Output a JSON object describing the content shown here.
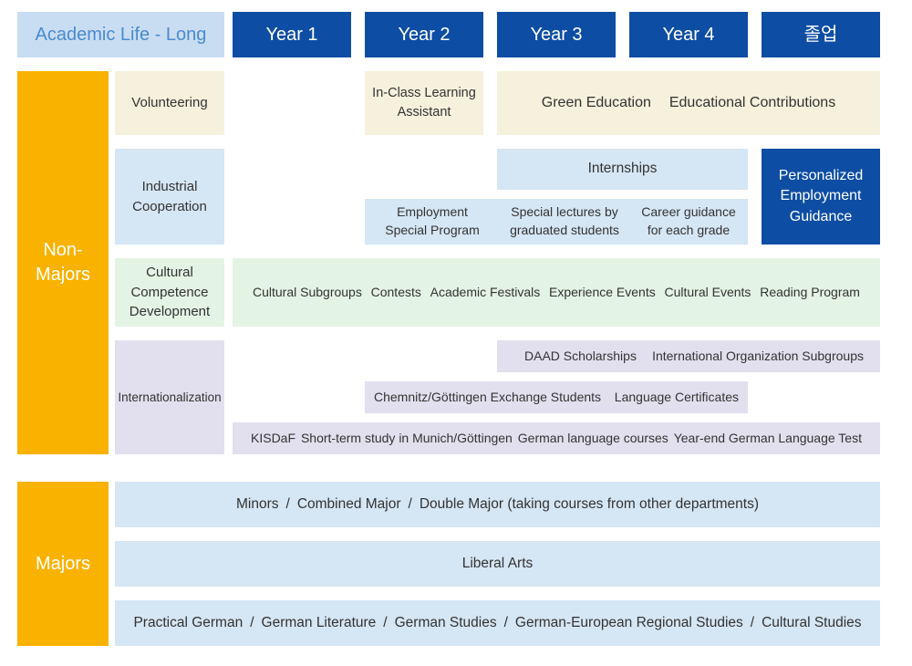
{
  "header": {
    "title": "Academic Life - Long",
    "years": [
      "Year 1",
      "Year 2",
      "Year 3",
      "Year 4",
      "졸업"
    ]
  },
  "non_majors": {
    "label_line1": "Non-",
    "label_line2": "Majors",
    "volunteering": {
      "label": "Volunteering",
      "in_class_line1": "In-Class Learning",
      "in_class_line2": "Assistant",
      "items": [
        "Green Education",
        "Educational Contributions"
      ]
    },
    "industrial": {
      "label_line1": "Industrial",
      "label_line2": "Cooperation",
      "internships": "Internships",
      "personalized_line1": "Personalized",
      "personalized_line2": "Employment",
      "personalized_line3": "Guidance",
      "programs": [
        {
          "line1": "Employment",
          "line2": "Special Program"
        },
        {
          "line1": "Special lectures by",
          "line2": "graduated students"
        },
        {
          "line1": "Career guidance",
          "line2": "for each grade"
        }
      ]
    },
    "cultural": {
      "label_line1": "Cultural",
      "label_line2": "Competence",
      "label_line3": "Development",
      "items": [
        "Cultural Subgroups",
        "Contests",
        "Academic Festivals",
        "Experience Events",
        "Cultural Events",
        "Reading Program"
      ]
    },
    "international": {
      "label": "Internationalization",
      "row1": [
        "DAAD Scholarships",
        "International Organization Subgroups"
      ],
      "row2": [
        "Chemnitz/Göttingen Exchange Students",
        "Language Certificates"
      ],
      "row3": [
        "KISDaF",
        "Short-term study in Munich/Göttingen",
        "German language courses",
        "Year-end German Language Test"
      ]
    }
  },
  "majors": {
    "label": "Majors",
    "row1": [
      "Minors",
      "Combined Major",
      "Double Major (taking courses from other departments)"
    ],
    "row2": "Liberal Arts",
    "row3": [
      "Practical German",
      "German Literature",
      "German Studies",
      "German-European Regional Studies",
      "Cultural Studies"
    ],
    "separator": "/"
  }
}
